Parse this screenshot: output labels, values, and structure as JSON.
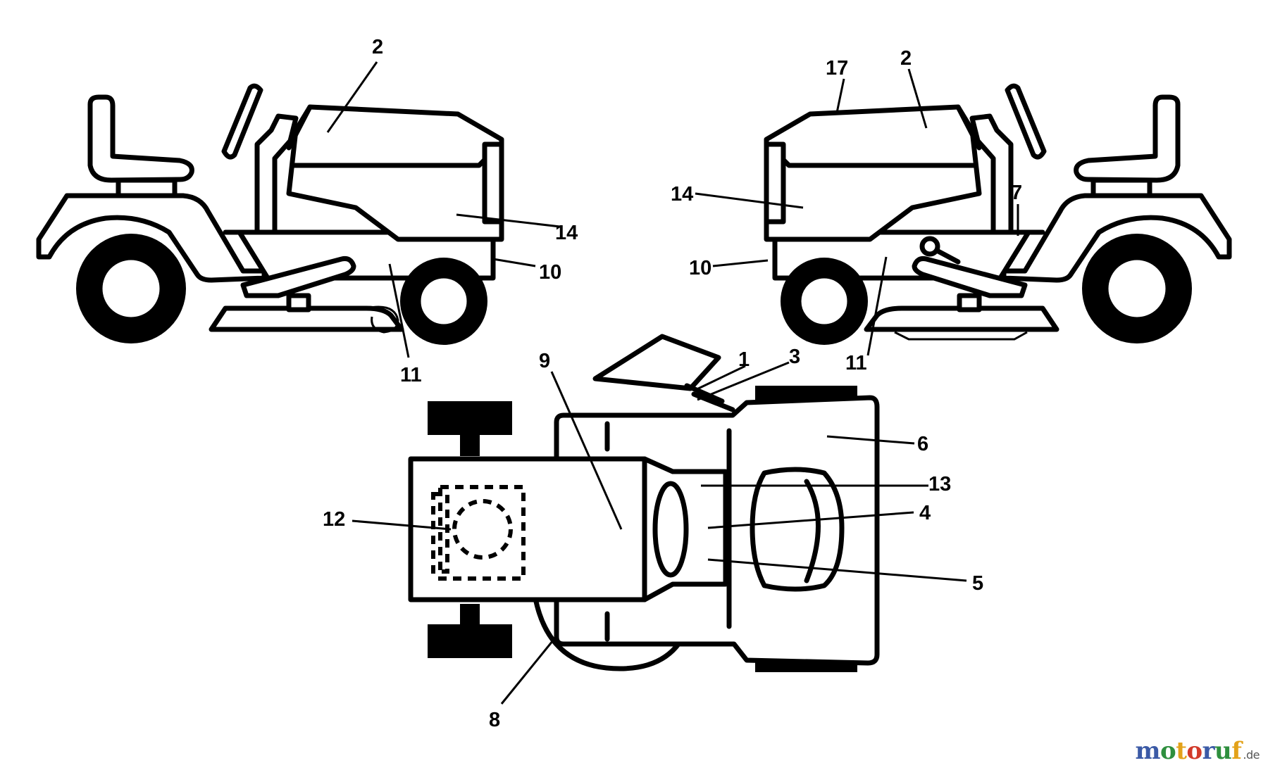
{
  "diagram": {
    "callouts": {
      "left_2": "2",
      "left_14": "14",
      "left_10": "10",
      "left_11": "11",
      "right_17": "17",
      "right_2": "2",
      "right_14": "14",
      "right_7": "7",
      "right_10": "10",
      "right_11": "11",
      "top_9": "9",
      "top_1": "1",
      "top_3": "3",
      "top_6": "6",
      "top_13": "13",
      "top_12": "12",
      "top_4": "4",
      "top_5": "5",
      "top_8": "8"
    }
  },
  "watermark": {
    "letters": [
      {
        "ch": "m",
        "color": "#3b5aa6"
      },
      {
        "ch": "o",
        "color": "#2e8f3e"
      },
      {
        "ch": "t",
        "color": "#e3a21a"
      },
      {
        "ch": "o",
        "color": "#d23a2a"
      },
      {
        "ch": "r",
        "color": "#3b5aa6"
      },
      {
        "ch": "u",
        "color": "#2e8f3e"
      },
      {
        "ch": "f",
        "color": "#e3a21a"
      }
    ],
    "tld": ".de"
  }
}
